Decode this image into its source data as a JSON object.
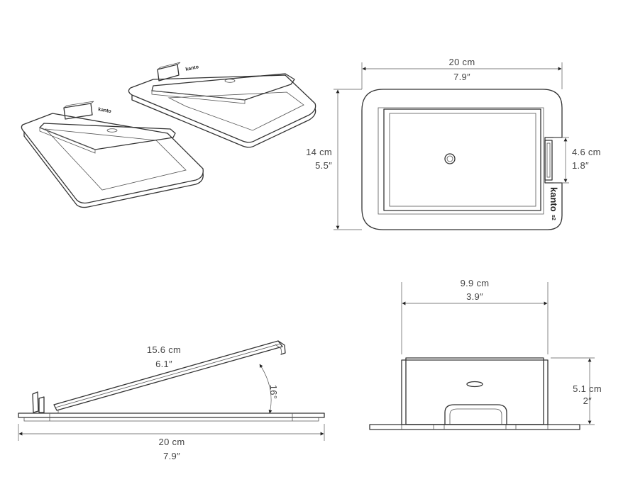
{
  "brand": "kanto",
  "brand_suffix": "s2",
  "top_view": {
    "width_cm": "20 cm",
    "width_in": "7.9″",
    "depth_cm": "14 cm",
    "depth_in": "5.5″",
    "tab_cm": "4.6 cm",
    "tab_in": "1.8″"
  },
  "side_view": {
    "plate_cm": "15.6 cm",
    "plate_in": "6.1″",
    "angle": "16°",
    "base_cm": "20 cm",
    "base_in": "7.9″"
  },
  "front_view": {
    "width_cm": "9.9 cm",
    "width_in": "3.9″",
    "height_cm": "5.1 cm",
    "height_in": "2″"
  }
}
